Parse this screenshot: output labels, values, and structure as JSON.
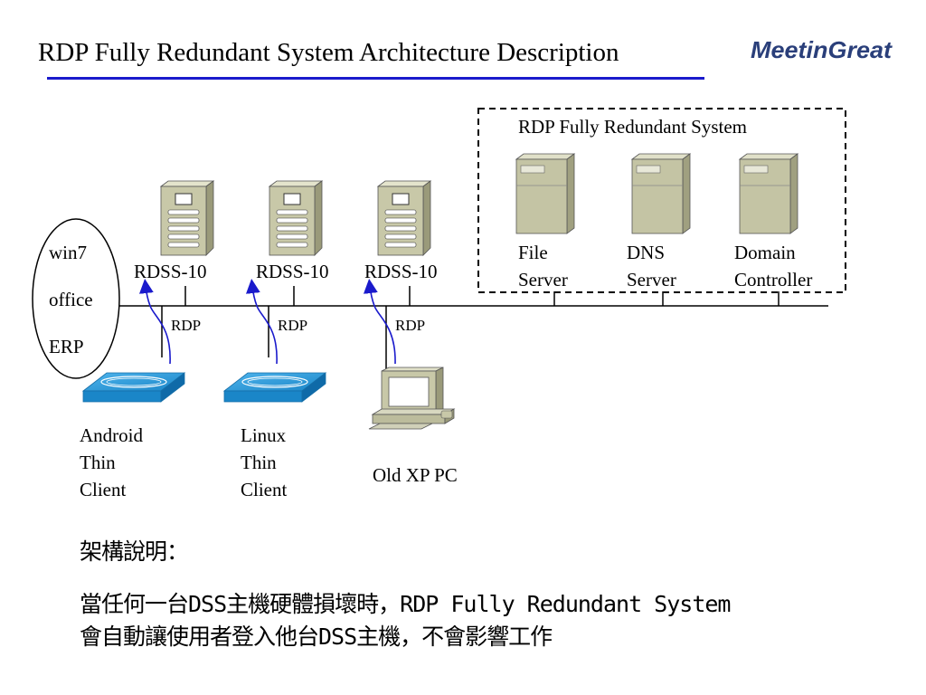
{
  "title": "RDP Fully Redundant System Architecture Description",
  "logo_text": "MeetinGreat",
  "redundant_system": {
    "title": "RDP Fully Redundant System",
    "servers": [
      {
        "line1": "File",
        "line2": "Server"
      },
      {
        "line1": "DNS",
        "line2": "Server"
      },
      {
        "line1": "Domain",
        "line2": "Controller"
      }
    ]
  },
  "rdss_servers": [
    "RDSS-10",
    "RDSS-10",
    "RDSS-10"
  ],
  "apps": [
    "win7",
    "office",
    "ERP"
  ],
  "rdp_labels": [
    "RDP",
    "RDP",
    "RDP"
  ],
  "clients": {
    "android": [
      "Android",
      "Thin",
      "Client"
    ],
    "linux": [
      "Linux",
      "Thin",
      "Client"
    ],
    "xp": "Old XP PC"
  },
  "notes": {
    "heading": "架構說明：",
    "line1": "當任何一台DSS主機硬體損壞時，RDP Fully Redundant System",
    "line2": "會自動讓使用者登入他台DSS主機，不會影響工作"
  },
  "colors": {
    "title_rule": "#1a1acc",
    "arrow": "#1a1acc",
    "server_body": "#c8c8a8",
    "thin_client": "#2a9ad8"
  },
  "icons": [
    "server-icon",
    "tower-server-icon",
    "thin-client-icon",
    "desktop-pc-icon",
    "curved-arrow-icon"
  ]
}
